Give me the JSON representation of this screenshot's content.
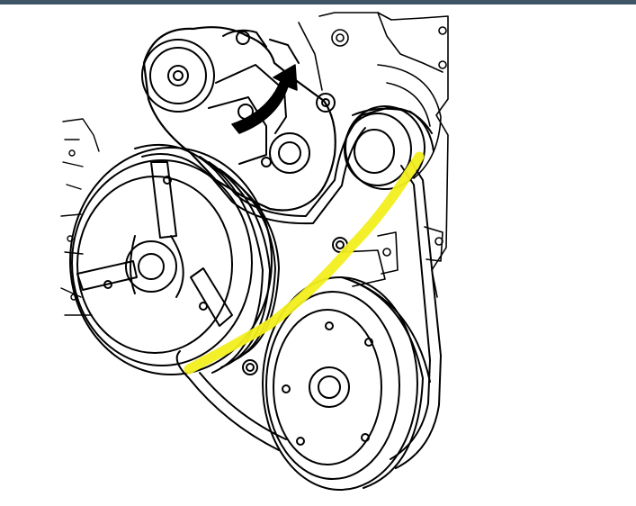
{
  "figure": {
    "frame_bar_color": "#3f5566",
    "line_color": "#000000",
    "highlight_color": "#f2ee1d",
    "background_color": "#ffffff",
    "components": [
      "tensioner-pulley",
      "tensioner-arrow",
      "idler-pulley",
      "crankshaft-pulley",
      "accessory-pulley",
      "serpentine-belt",
      "highlight-stroke"
    ]
  }
}
